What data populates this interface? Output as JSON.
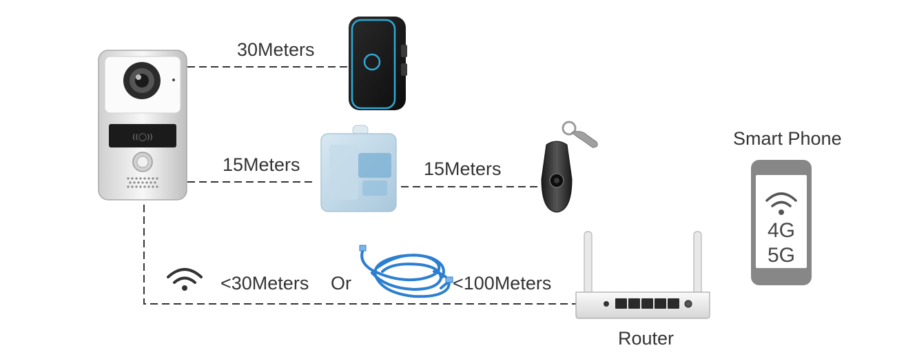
{
  "labels": {
    "doorbell_chime": "30Meters",
    "doorbell_relay": "15Meters",
    "relay_remote": "15Meters",
    "wifi_distance": "<30Meters",
    "or": "Or",
    "cable_distance": "<100Meters",
    "smart_phone": "Smart Phone",
    "router": "Router"
  },
  "phone": {
    "line1": "4G",
    "line2": "5G"
  },
  "icons": {
    "doorbell": "video-doorbell-icon",
    "chime": "wireless-chime-icon",
    "relay": "relay-box-icon",
    "remote": "key-fob-remote-icon",
    "wifi": "wifi-icon",
    "cable": "ethernet-cable-icon",
    "router": "router-icon",
    "phone": "smartphone-icon"
  },
  "colors": {
    "line": "#333333",
    "chime_accent": "#2fa9d6",
    "cable": "#2c7fd0",
    "phone_body": "#888888"
  }
}
